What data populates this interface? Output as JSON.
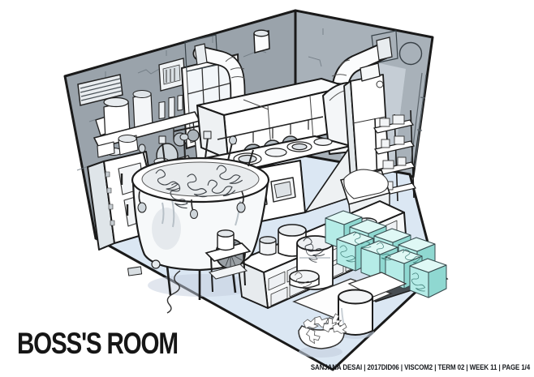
{
  "page": {
    "title": "BOSS'S ROOM"
  },
  "credit": {
    "full_text": "SANJANA DESAI | 2017DID06 | VISCOM2 | TERM 02 | WEEK 11 | PAGE 1/4",
    "author": "SANJANA DESAI",
    "student_id": "2017DID06",
    "course": "VISCOM2",
    "term": "TERM 02",
    "week": "WEEK 11",
    "page_number": "PAGE 1/4"
  },
  "illustration": {
    "type": "isometric cutaway room sketch",
    "objects": [
      "left-wall",
      "right-wall",
      "floor",
      "air-vent-grille",
      "fuse-box",
      "window",
      "exhaust-hood",
      "exhaust-duct-left",
      "exhaust-duct-right",
      "chimney-stub",
      "stove",
      "hanging-pans",
      "refrigerator",
      "wall-shelf",
      "clutter-jars",
      "tall-freezer",
      "storage-rack",
      "cloth-table",
      "wall-circle",
      "wall-pipe",
      "drawer-counter",
      "counter-pots",
      "cauldron",
      "woven-strainer",
      "power-cord",
      "glass-cubes",
      "cube-platform",
      "floor-mat",
      "cylinder-bin",
      "waste-basket",
      "scrap-drum",
      "low-dish"
    ],
    "colors": {
      "wall_left": "#9aa3ab",
      "wall_right": "#a8b1b9",
      "wall_highlight": "#c6cfd6",
      "floor": "#dbe7f3",
      "glass_top": "#dff8f5",
      "glass_front": "#b5ece7",
      "glass_side": "#8fd8d1",
      "outline": "#1a1a1a",
      "title_color": "#161616"
    }
  }
}
